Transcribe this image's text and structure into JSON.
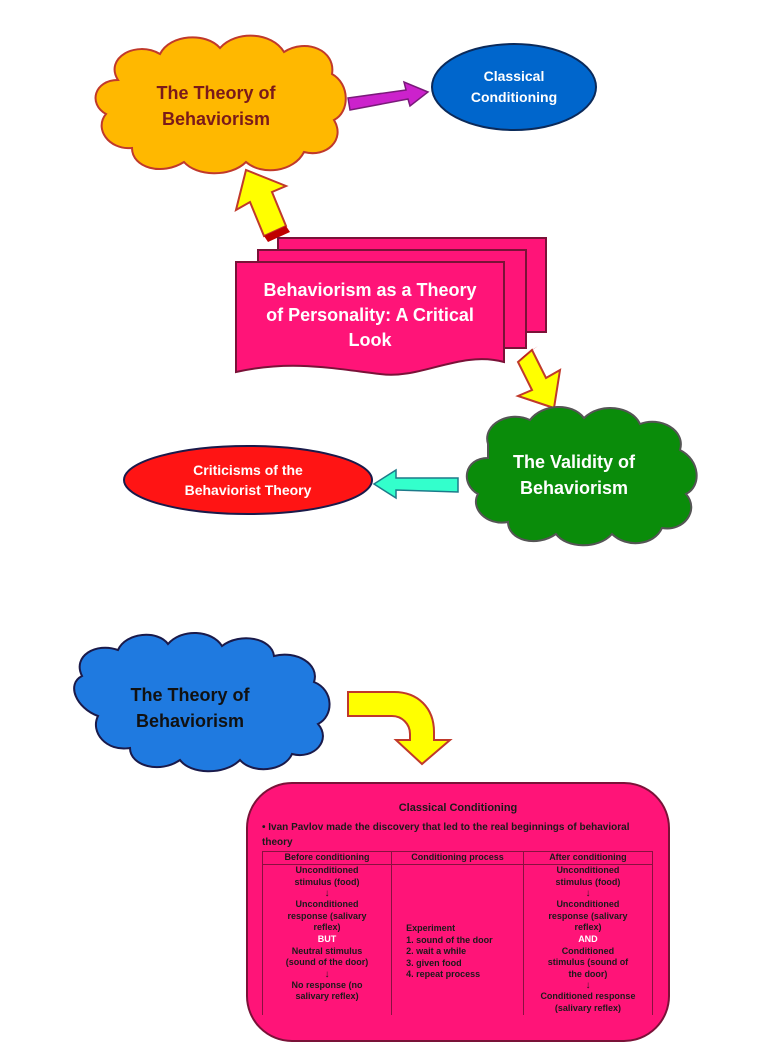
{
  "top_diagram": {
    "theory_cloud": {
      "line1": "The Theory of",
      "line2": "Behaviorism"
    },
    "classical_ellipse": {
      "line1": "Classical",
      "line2": "Conditioning"
    },
    "center_banner": {
      "line1": "Behaviorism as a Theory",
      "line2": "of Personality: A Critical",
      "line3": "Look"
    },
    "validity_cloud": {
      "line1": "The Validity of",
      "line2": "Behaviorism"
    },
    "criticisms_ellipse": {
      "line1": "Criticisms of the",
      "line2": "Behaviorist Theory"
    }
  },
  "bottom_diagram": {
    "theory_cloud": {
      "line1": "The Theory of",
      "line2": "Behaviorism"
    },
    "classical_box": {
      "title": "Classical Conditioning",
      "bullet": "Ivan Pavlov made the discovery that led to the real beginnings of behavioral theory",
      "headers": [
        "Before conditioning",
        "Conditioning process",
        "After conditioning"
      ],
      "before": {
        "l1": "Unconditioned",
        "l2": "stimulus (food)",
        "arrow1": "↓",
        "l3": "Unconditioned",
        "l4": "response (salivary",
        "l5": "reflex)",
        "conj": "BUT",
        "l6": "Neutral stimulus",
        "l7": "(sound of the door)",
        "arrow2": "↓",
        "l8": "No response (no",
        "l9": "salivary reflex)"
      },
      "process": {
        "l1": "Experiment",
        "l2": "1. sound of the door",
        "l3": "2. wait a while",
        "l4": "3. given food",
        "l5": "4. repeat process"
      },
      "after": {
        "l1": "Unconditioned",
        "l2": "stimulus (food)",
        "arrow1": "↓",
        "l3": "Unconditioned",
        "l4": "response (salivary",
        "l5": "reflex)",
        "conj": "AND",
        "l6": "Conditioned",
        "l7": "stimulus (sound of",
        "l8": "the door)",
        "arrow2": "↓",
        "l9": "Conditioned response",
        "l10": "(salivary reflex)"
      }
    }
  },
  "colors": {
    "orange_cloud": "#ffb800",
    "blue": "#0066cc",
    "pink": "#ff1478",
    "green": "#0a8c0a",
    "red": "#ff1414",
    "yellow": "#ffff00",
    "magenta_arrow": "#cc22cc",
    "cyan_arrow": "#33ffcc"
  }
}
